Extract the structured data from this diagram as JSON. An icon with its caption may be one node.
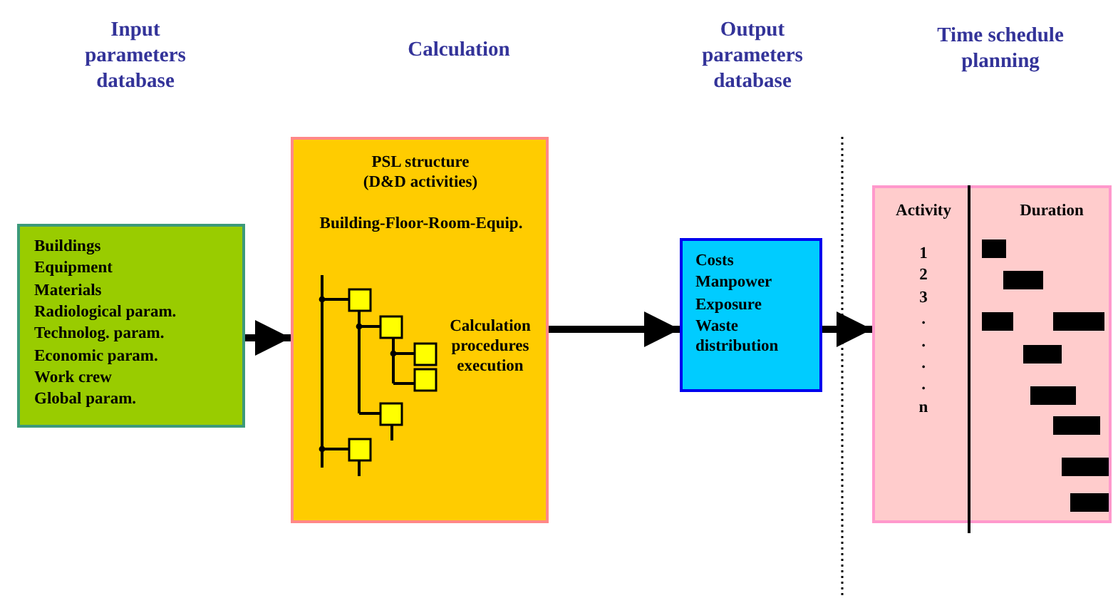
{
  "diagram": {
    "nodes": [
      {
        "text": [
          "Buildings",
          "Equipment",
          "Materials",
          "Radiological param.",
          "Technolog. param.",
          "Economic param.",
          "Work crew",
          "Global param."
        ]
      },
      {
        "text": [
          "PSL structure (D&D activities)",
          "Building-Floor-Room-Equip.",
          "Calculation procedures execution"
        ]
      },
      {
        "text": [
          "Costs",
          "Manpower",
          "Exposure",
          "Waste distribution"
        ]
      },
      {
        "text": [
          "Activity",
          "Duration",
          "1",
          "2",
          "3",
          ".",
          ".",
          ".",
          ".",
          "n"
        ]
      }
    ],
    "edges": [
      {
        "from": 0,
        "to": 1,
        "arrow": "to"
      },
      {
        "from": 1,
        "to": 2,
        "arrow": "to"
      },
      {
        "from": 2,
        "to": 3,
        "arrow": "to"
      }
    ],
    "labels": [
      "Input parameters database",
      "Calculation",
      "Output parameters database",
      "Time schedule planning"
    ]
  }
}
